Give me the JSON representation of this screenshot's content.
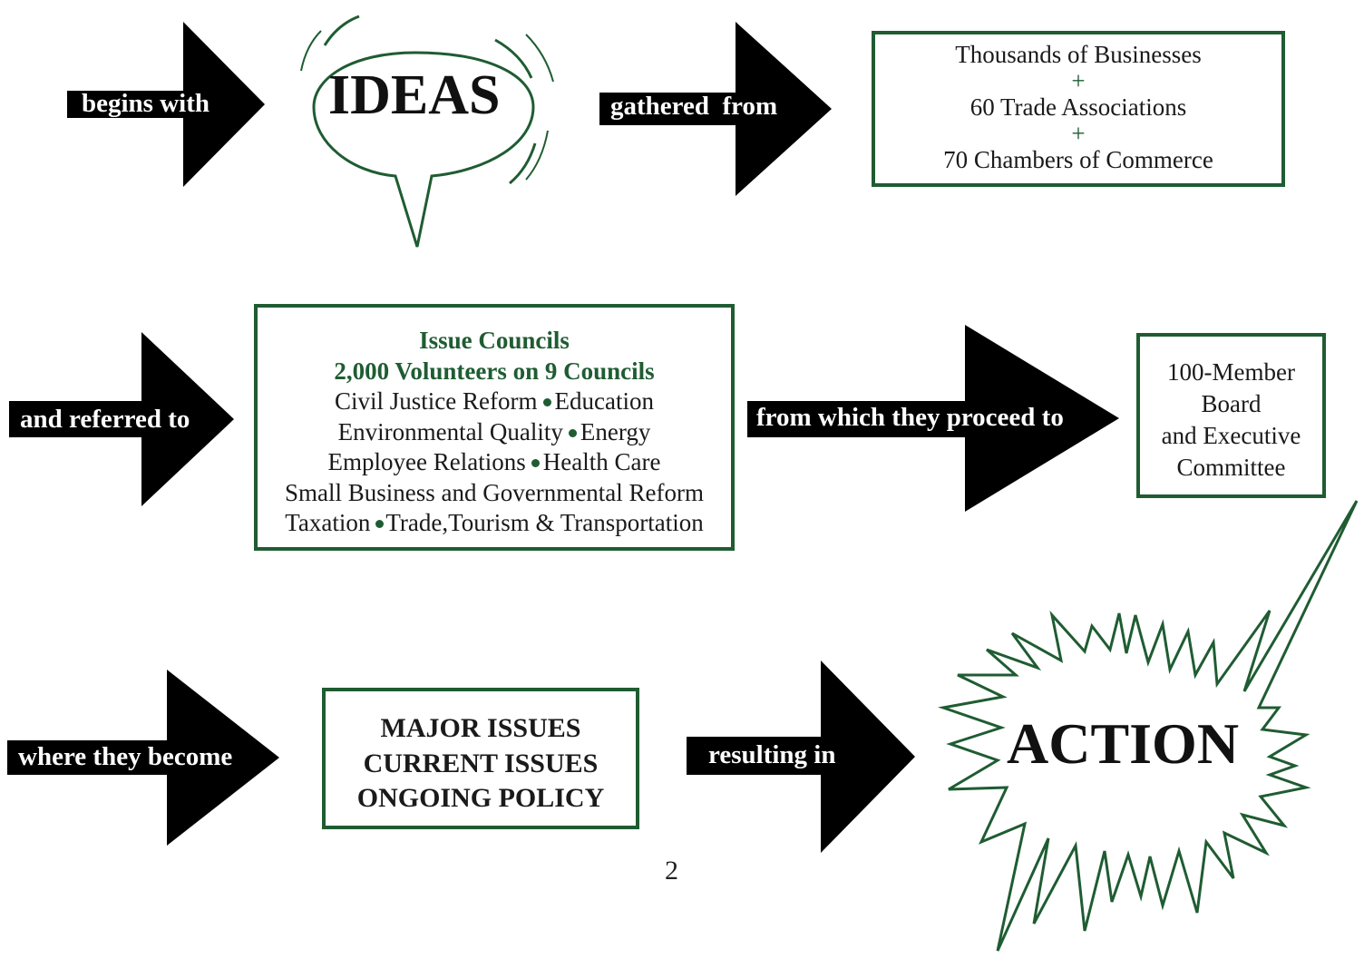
{
  "flow": {
    "step1_label": "begins with",
    "ideas_word": "IDEAS",
    "step2_label": "gathered  from",
    "sources": [
      "Thousands of Businesses",
      "+",
      "60 Trade Associations",
      "+",
      "70 Chambers of Commerce"
    ],
    "step3_label": "and referred to",
    "councils": {
      "title": "Issue Councils",
      "subtitle": "2,000 Volunteers on 9 Councils",
      "line1_a": "Civil Justice Reform",
      "line1_b": "Education",
      "line2_a": "Environmental Quality",
      "line2_b": "Energy",
      "line3_a": "Employee Relations",
      "line3_b": "Health Care",
      "line4": "Small Business and Governmental Reform",
      "line5_a": "Taxation",
      "line5_b": "Trade,Tourism & Transportation"
    },
    "step4_label": "from which they proceed to",
    "board": [
      "100-Member",
      "Board",
      "and Executive",
      "Committee"
    ],
    "step5_label": "where they become",
    "issues": [
      "MAJOR ISSUES",
      "CURRENT ISSUES",
      "ONGOING POLICY"
    ],
    "step6_label": "resulting in",
    "action_word": "ACTION"
  },
  "page_number": "2",
  "colors": {
    "accent_green": "#1f5c32",
    "arrow_black": "#000000"
  }
}
